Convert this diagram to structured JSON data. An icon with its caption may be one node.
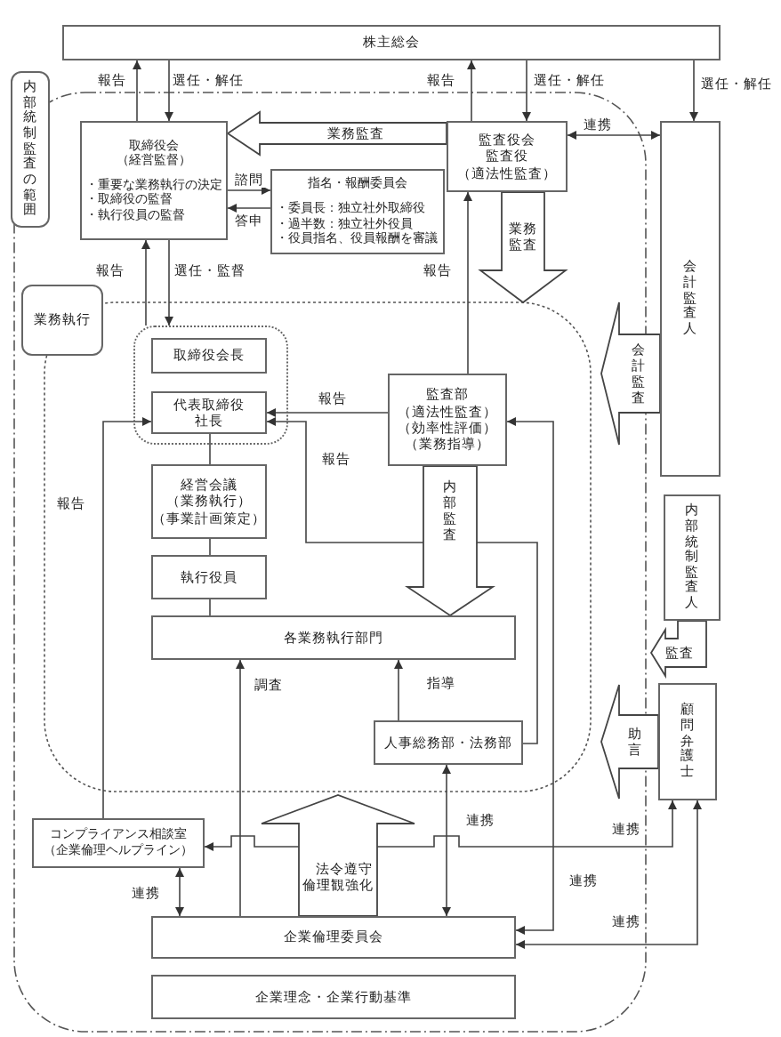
{
  "diagram": {
    "nodes": [
      {
        "text": [
          "株主総会"
        ]
      },
      {
        "text": [
          "内部統制監査の範囲"
        ]
      },
      {
        "text": [
          "取締役会",
          "（経営監督）",
          "・重要な業務執行の決定",
          "・取締役の監督",
          "・執行役員の監督"
        ]
      },
      {
        "text": [
          "指名・報酬委員会",
          "・委員長：独立社外取締役",
          "・過半数：独立社外役員",
          "・役員指名、役員報酬を審議"
        ]
      },
      {
        "text": [
          "監査役会",
          "監査役",
          "（適法性監査）"
        ]
      },
      {
        "text": [
          "会計監査人"
        ]
      },
      {
        "text": [
          "業務執行"
        ]
      },
      {
        "text": [],
        "shape": "box"
      },
      {
        "text": [
          "取締役会長"
        ],
        "in": 7
      },
      {
        "text": [
          "代表取締役",
          "社長"
        ],
        "in": 7
      },
      {
        "text": [
          "監査部",
          "（適法性監査）",
          "（効率性評価）",
          "（業務指導）"
        ]
      },
      {
        "text": [
          "経営会議",
          "（業務執行）",
          "（事業計画策定）"
        ]
      },
      {
        "text": [
          "執行役員"
        ]
      },
      {
        "text": [
          "各業務執行部門"
        ]
      },
      {
        "text": [
          "人事総務部・法務部"
        ]
      },
      {
        "text": [
          "内部統制監査人"
        ]
      },
      {
        "text": [
          "顧問弁護士"
        ]
      },
      {
        "text": [
          "コンプライアンス相談室",
          "（企業倫理ヘルプライン）"
        ]
      },
      {
        "text": [
          "企業倫理委員会"
        ]
      },
      {
        "text": [
          "企業理念・企業行動基準"
        ]
      }
    ],
    "edges": [
      {
        "from": 2,
        "to": 0,
        "arrow": "to",
        "label": "報告"
      },
      {
        "from": 0,
        "to": 2,
        "arrow": "to",
        "label": "選任・解任"
      },
      {
        "from": 4,
        "to": 0,
        "arrow": "to",
        "label": "報告"
      },
      {
        "from": 0,
        "to": 4,
        "arrow": "to",
        "label": "選任・解任"
      },
      {
        "from": 0,
        "to": 5,
        "arrow": "to",
        "label": "選任・解任"
      },
      {
        "from": 4,
        "to": 5,
        "arrow": "both",
        "label": "連携"
      },
      {
        "from": 2,
        "to": 3,
        "arrow": "to",
        "label": "諮問"
      },
      {
        "from": 3,
        "to": 2,
        "arrow": "to",
        "label": "答申"
      },
      {
        "from": 4,
        "to": 2,
        "arrow": "to",
        "label": "業務監査",
        "style": "thick"
      },
      {
        "from": 4,
        "to": null,
        "arrow": "to",
        "label": "業務監査",
        "style": "thick"
      },
      {
        "from": 2,
        "to": 7,
        "arrow": "to",
        "label": "選任・監督"
      },
      {
        "from": 7,
        "to": 2,
        "arrow": "to",
        "label": "報告"
      },
      {
        "from": 10,
        "to": 4,
        "arrow": "to",
        "label": "報告"
      },
      {
        "from": 10,
        "to": 9,
        "arrow": "to",
        "label": "報告"
      },
      {
        "from": 14,
        "to": 9,
        "arrow": "to",
        "label": "報告"
      },
      {
        "from": 10,
        "to": 18,
        "arrow": "both",
        "label": "連携"
      },
      {
        "from": 5,
        "to": null,
        "arrow": "to",
        "label": "会計監査",
        "style": "thick"
      },
      {
        "from": 9,
        "to": 11,
        "arrow": "none"
      },
      {
        "from": 11,
        "to": 12,
        "arrow": "none"
      },
      {
        "from": 12,
        "to": 13,
        "arrow": "none"
      },
      {
        "from": 10,
        "to": 13,
        "arrow": "to",
        "label": "内部監査",
        "style": "thick"
      },
      {
        "from": 15,
        "to": null,
        "arrow": "to",
        "label": "監査",
        "style": "thick"
      },
      {
        "from": 16,
        "to": null,
        "arrow": "to",
        "label": "助言",
        "style": "thick"
      },
      {
        "from": 18,
        "to": 13,
        "arrow": "to",
        "label": "調査"
      },
      {
        "from": 14,
        "to": 13,
        "arrow": "to",
        "label": "指導"
      },
      {
        "from": 14,
        "to": 18,
        "arrow": "both",
        "label": "連携"
      },
      {
        "from": 17,
        "to": 9,
        "arrow": "to",
        "label": "報告"
      },
      {
        "from": 17,
        "to": 18,
        "arrow": "both",
        "label": "連携"
      },
      {
        "from": 16,
        "to": 17,
        "arrow": "both",
        "label": "連携"
      },
      {
        "from": 16,
        "to": 18,
        "arrow": "both",
        "label": "連携"
      },
      {
        "from": 18,
        "to": null,
        "arrow": "to",
        "label": "法令遵守倫理観強化",
        "style": "thick"
      }
    ]
  }
}
